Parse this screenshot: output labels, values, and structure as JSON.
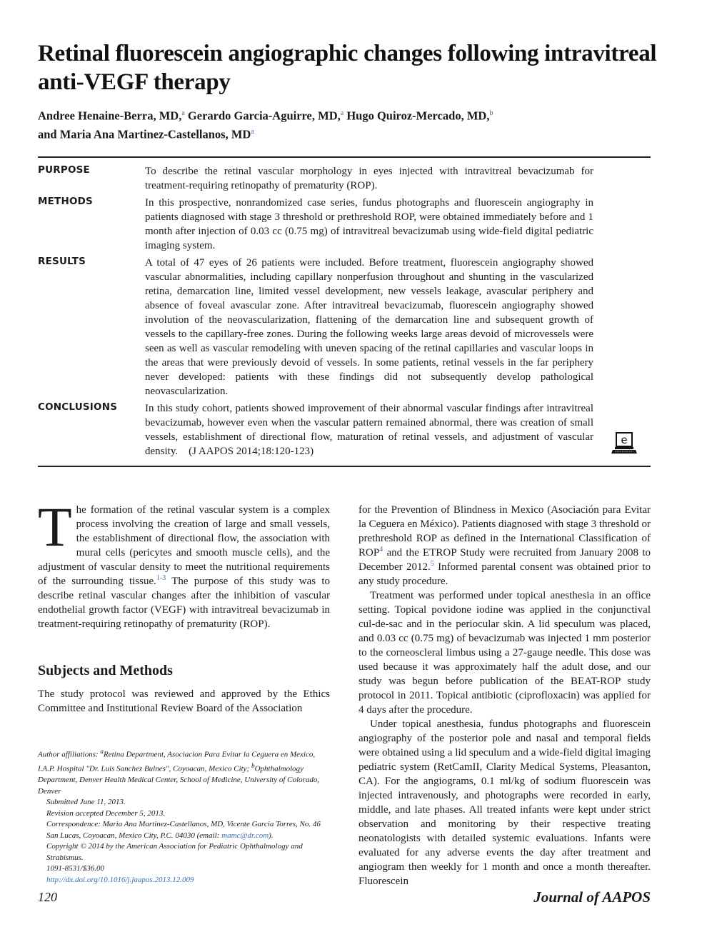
{
  "title": "Retinal fluorescein angiographic changes following intravitreal anti-VEGF therapy",
  "authors": {
    "line1": [
      {
        "name": "Andree Henaine-Berra, MD,",
        "sup": "a"
      },
      {
        "name": " Gerardo Garcia-Aguirre, MD,",
        "sup": "a"
      },
      {
        "name": " Hugo Quiroz-Mercado, MD,",
        "sup": "b"
      }
    ],
    "line2": [
      {
        "name": "and Maria Ana Martinez-Castellanos, MD",
        "sup": "a"
      }
    ]
  },
  "abstract": {
    "purpose_label": "PURPOSE",
    "purpose_text": "To describe the retinal vascular morphology in eyes injected with intravitreal bevacizumab for treatment-requiring retinopathy of prematurity (ROP).",
    "methods_label": "METHODS",
    "methods_text": "In this prospective, nonrandomized case series, fundus photographs and fluorescein angiography in patients diagnosed with stage 3 threshold or prethreshold ROP, were obtained immediately before and 1 month after injection of 0.03 cc (0.75 mg) of intravitreal bevacizumab using wide-field digital pediatric imaging system.",
    "results_label": "RESULTS",
    "results_text": "A total of 47 eyes of 26 patients were included. Before treatment, fluorescein angiography showed vascular abnormalities, including capillary nonperfusion throughout and shunting in the vascularized retina, demarcation line, limited vessel development, new vessels leakage, avascular periphery and absence of foveal avascular zone. After intravitreal bevacizumab, fluorescein angiography showed involution of the neovascularization, flattening of the demarcation line and subsequent growth of vessels to the capillary-free zones. During the following weeks large areas devoid of microvessels were seen as well as vascular remodeling with uneven spacing of the retinal capillaries and vascular loops in the areas that were previously devoid of vessels. In some patients, retinal vessels in the far periphery never developed: patients with these findings did not subsequently develop pathological neovascularization.",
    "conclusions_label": "CONCLUSIONS",
    "conclusions_text": "In this study cohort, patients showed improvement of their abnormal vascular findings after intravitreal bevacizumab, however even when the vascular pattern remained abnormal, there was creation of small vessels, establishment of directional flow, maturation of retinal vessels, and adjustment of vascular density.",
    "citation": "(J AAPOS 2014;18:120-123)",
    "eicon_letter": "e"
  },
  "left_col": {
    "dropcap": "T",
    "intro": "he formation of the retinal vascular system is a complex process involving the creation of large and small vessels, the establishment of directional flow, the association with mural cells (pericytes and smooth muscle cells), and the adjustment of vascular density to meet the nutritional requirements of the surrounding tissue.",
    "intro_ref": "1-3",
    "intro2": " The purpose of this study was to describe retinal vascular changes after the inhibition of vascular endothelial growth factor (VEGF) with intravitreal bevacizumab in treatment-requiring retinopathy of prematurity (ROP).",
    "heading": "Subjects and Methods",
    "methods_p1": "The study protocol was reviewed and approved by the Ethics Committee and Institutional Review Board of the Association"
  },
  "footnotes": {
    "affil_label": "Author affiliations: ",
    "affil_a_sup": "a",
    "affil_a": "Retina Department, Asociacion Para Evitar la Ceguera en Mexico, I.A.P. Hospital \"Dr. Luis Sanchez Bulnes\", Coyoacan, Mexico City; ",
    "affil_b_sup": "b",
    "affil_b": "Ophthalmology Department, Denver Health Medical Center, School of Medicine, University of Colorado, Denver",
    "submitted": "Submitted June 11, 2013.",
    "revision": "Revision accepted December 5, 2013.",
    "correspondence": "Correspondence: Maria Ana Martinez-Castellanos, MD, Vicente Garcia Torres, No. 46 San Lucas, Coyoacan, Mexico City, P.C. 04030 (email: ",
    "email": "mamc@dr.com",
    "correspondence_end": ").",
    "copyright": "Copyright © 2014 by the American Association for Pediatric Ophthalmology and Strabismus.",
    "price": "1091-8531/$36.00",
    "doi": "http://dx.doi.org/10.1016/j.jaapos.2013.12.009"
  },
  "right_col": {
    "p1a": "for the Prevention of Blindness in Mexico (Asociación para Evitar la Ceguera en México). Patients diagnosed with stage 3 threshold or prethreshold ROP as defined in the International Classification of ROP",
    "p1_ref1": "4",
    "p1b": " and the ETROP Study were recruited from January 2008 to December 2012.",
    "p1_ref2": "5",
    "p1c": " Informed parental consent was obtained prior to any study procedure.",
    "p2": "Treatment was performed under topical anesthesia in an office setting. Topical povidone iodine was applied in the conjunctival cul-de-sac and in the periocular skin. A lid speculum was placed, and 0.03 cc (0.75 mg) of bevacizumab was injected 1 mm posterior to the corneoscleral limbus using a 27-gauge needle. This dose was used because it was approximately half the adult dose, and our study was begun before publication of the BEAT-ROP study protocol in 2011. Topical antibiotic (ciprofloxacin) was applied for 4 days after the procedure.",
    "p3": "Under topical anesthesia, fundus photographs and fluorescein angiography of the posterior pole and nasal and temporal fields were obtained using a lid speculum and a wide-field digital imaging pediatric system (RetCamII, Clarity Medical Systems, Pleasanton, CA). For the angiograms, 0.1 ml/kg of sodium fluorescein was injected intravenously, and photographs were recorded in early, middle, and late phases. All treated infants were kept under strict observation and monitoring by their respective treating neonatologists with detailed systemic evaluations. Infants were evaluated for any adverse events the day after treatment and angiogram then weekly for 1 month and once a month thereafter. Fluorescein"
  },
  "page_number": "120",
  "journal_name": "Journal of AAPOS"
}
